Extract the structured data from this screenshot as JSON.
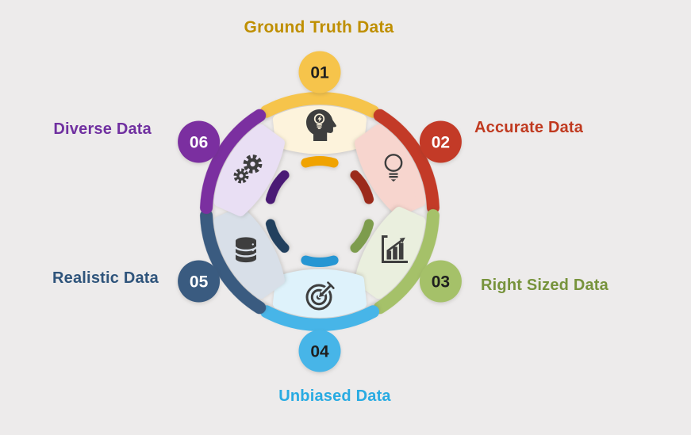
{
  "canvas": {
    "background": "#EDEBEB",
    "icon_color": "#3E3E3E"
  },
  "segments": [
    {
      "number": "01",
      "label": "Ground Truth Data",
      "icon": "head-idea-icon",
      "color_main": "#F6C44B",
      "color_light": "#FDF3DC",
      "color_dark": "#F0A300",
      "number_color": "#1F1F1F",
      "label_color": "#BF8F00"
    },
    {
      "number": "02",
      "label": "Accurate Data",
      "icon": "lightbulb-icon",
      "color_main": "#C33A27",
      "color_light": "#F7D5CE",
      "color_dark": "#9B2A1B",
      "number_color": "#FFFFFF",
      "label_color": "#C0391F"
    },
    {
      "number": "03",
      "label": "Right Sized Data",
      "icon": "bar-chart-icon",
      "color_main": "#A5C169",
      "color_light": "#EAEFDE",
      "color_dark": "#7D9C4D",
      "number_color": "#1F1F1F",
      "label_color": "#77933C"
    },
    {
      "number": "04",
      "label": "Unbiased Data",
      "icon": "target-icon",
      "color_main": "#47B5E8",
      "color_light": "#DEF2FB",
      "color_dark": "#2696D3",
      "number_color": "#1F1F1F",
      "label_color": "#29ABE2"
    },
    {
      "number": "05",
      "label": "Realistic Data",
      "icon": "database-icon",
      "color_main": "#3A5B80",
      "color_light": "#D8DFE8",
      "color_dark": "#22405E",
      "number_color": "#FFFFFF",
      "label_color": "#2F547B"
    },
    {
      "number": "06",
      "label": "Diverse Data",
      "icon": "gears-icon",
      "color_main": "#7B2FA0",
      "color_light": "#E9DFF4",
      "color_dark": "#4A1A75",
      "number_color": "#FFFFFF",
      "label_color": "#7030A0"
    }
  ]
}
